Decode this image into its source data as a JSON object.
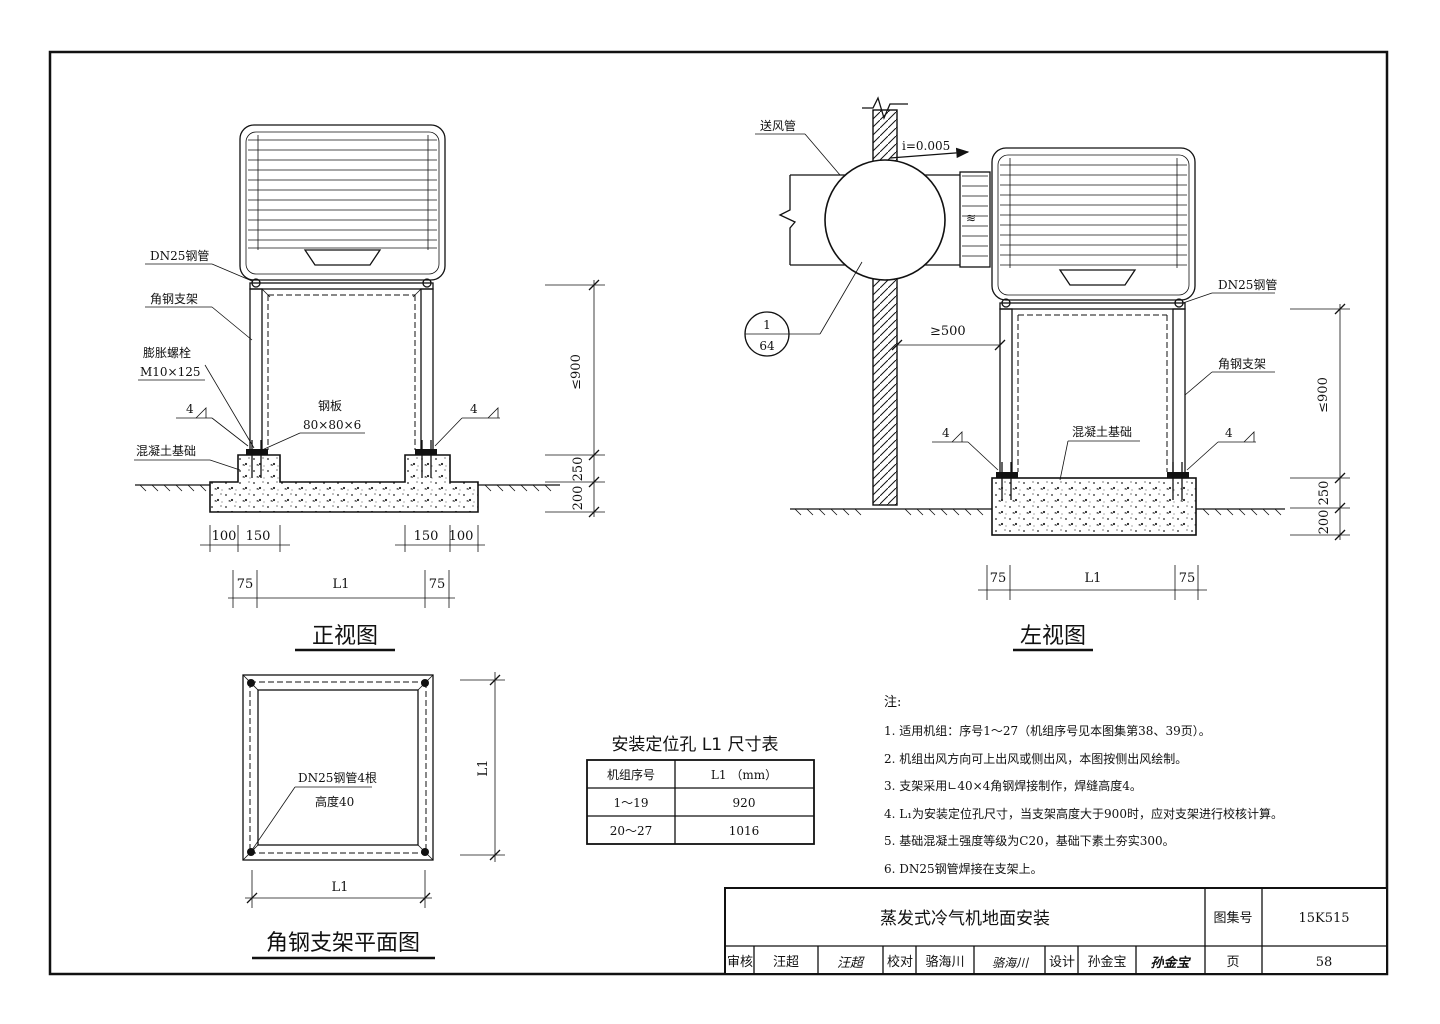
{
  "drawing": {
    "front_view_title": "正视图",
    "left_view_title": "左视图",
    "plan_view_title": "角钢支架平面图",
    "front_labels": {
      "pipe": "DN25钢管",
      "bracket": "角钢支架",
      "bolt": "膨胀螺栓",
      "bolt_spec": "M10×125",
      "plate": "钢板",
      "plate_spec": "80×80×6",
      "foundation": "混凝土基础",
      "weld_left": "4",
      "weld_right": "4"
    },
    "front_dims": {
      "height": "≤900",
      "h250": "250",
      "h200": "200",
      "d100_left": "100",
      "d150_left": "150",
      "d150_right": "150",
      "d100_right": "100",
      "d75_left": "75",
      "l1": "L1",
      "d75_right": "75"
    },
    "side_labels": {
      "duct": "送风管",
      "slope": "i=0.005",
      "ref_top": "1",
      "ref_bottom": "64",
      "min_dist": "≥500",
      "pipe": "DN25钢管",
      "bracket": "角钢支架",
      "foundation": "混凝土基础",
      "weld_left": "4",
      "weld_right": "4"
    },
    "side_dims": {
      "height": "≤900",
      "h250": "250",
      "h200": "200",
      "d75_left": "75",
      "l1": "L1",
      "d75_right": "75"
    },
    "plan_labels": {
      "pipes": "DN25钢管4根",
      "height": "高度40",
      "l1_vertical": "L1",
      "l1_horizontal": "L1"
    }
  },
  "table": {
    "title": "安装定位孔 L1 尺寸表",
    "headers": [
      "机组序号",
      "L1 （mm）"
    ],
    "rows": [
      [
        "1～19",
        "920"
      ],
      [
        "20～27",
        "1016"
      ]
    ]
  },
  "notes": {
    "heading": "注:",
    "items": [
      "1. 适用机组：序号1～27（机组序号见本图集第38、39页）。",
      "2. 机组出风方向可上出风或侧出风，本图按侧出风绘制。",
      "3. 支架采用∟40×4角钢焊接制作，焊缝高度4。",
      "4. L₁为安装定位孔尺寸，当支架高度大于900时，应对支架进行校核计算。",
      "5. 基础混凝土强度等级为C20，基础下素土夯实300。",
      "6. DN25钢管焊接在支架上。"
    ]
  },
  "title_block": {
    "title": "蒸发式冷气机地面安装",
    "atlas_label": "图集号",
    "atlas_no": "15K515",
    "review_label": "审核",
    "reviewer": "汪超",
    "reviewer_sig": "汪超",
    "check_label": "校对",
    "checker": "骆海川",
    "checker_sig": "骆海川",
    "design_label": "设计",
    "designer": "孙金宝",
    "designer_sig": "孙金宝",
    "page_label": "页",
    "page_no": "58"
  }
}
